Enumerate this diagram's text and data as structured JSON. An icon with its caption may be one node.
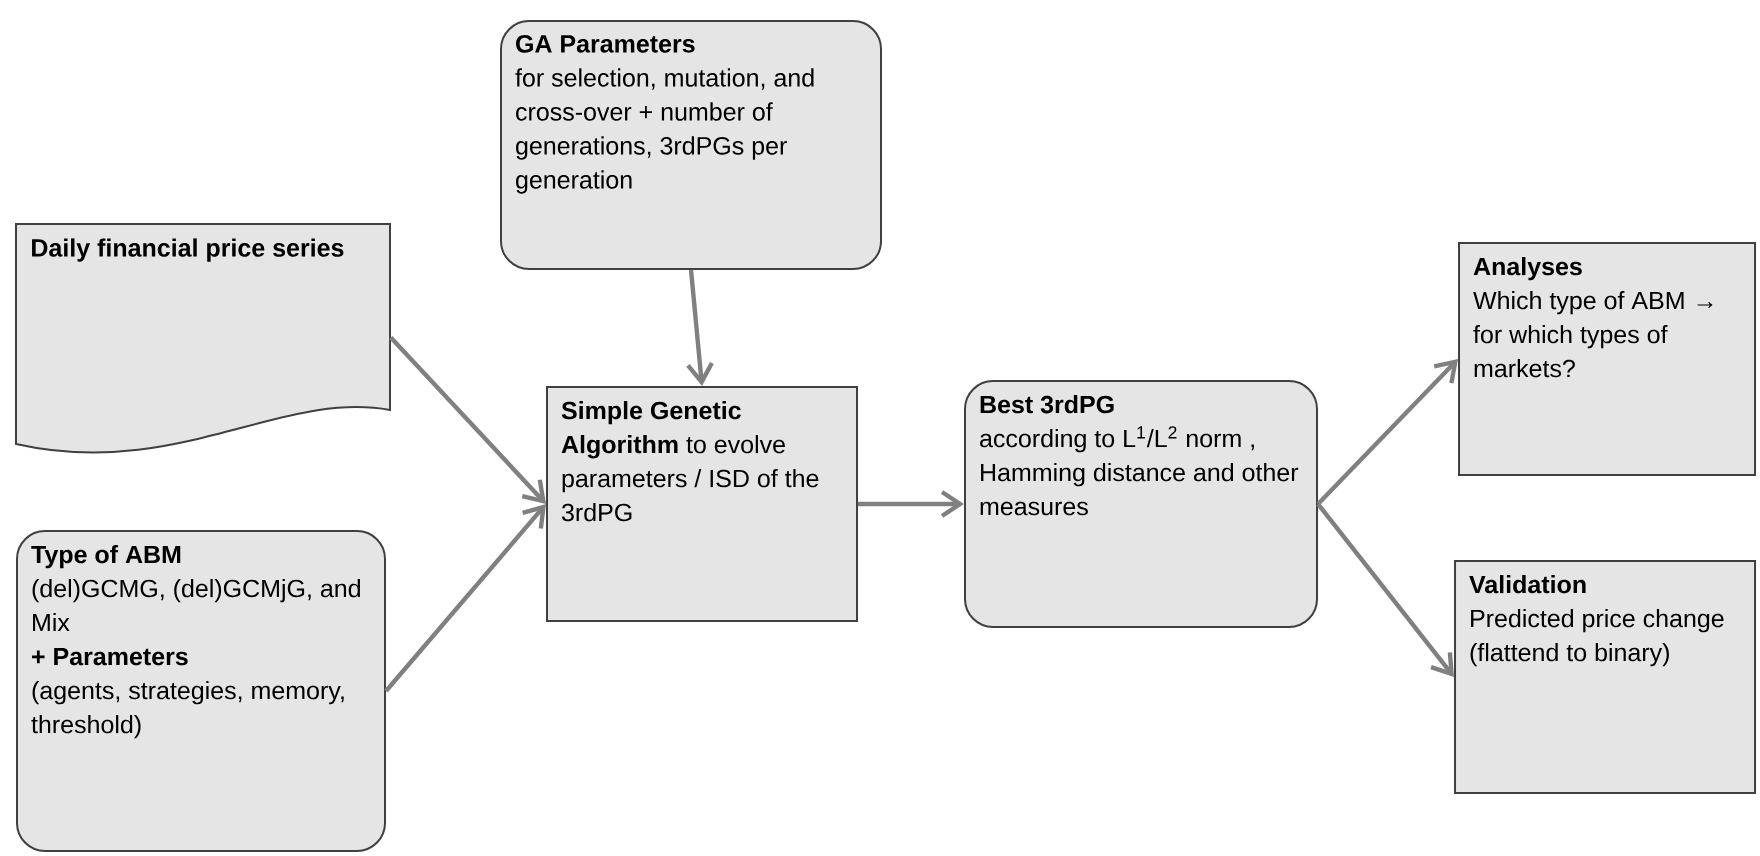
{
  "diagram": {
    "nodes": [
      {
        "text": [
          "Daily financial price series"
        ]
      },
      {
        "text": [
          "GA Parameters",
          "for selection, mutation, and cross-over + number of generations, 3rdPGs per generation"
        ]
      },
      {
        "text": [
          "**Simple Genetic Algorithm** to evolve parameters / ISD of the 3rdPG"
        ]
      },
      {
        "text": [
          "Type of ABM",
          "(del)GCMG, (del)GCMjG, and Mix",
          "+ Parameters",
          "(agents, strategies, memory, threshold)"
        ]
      },
      {
        "text": [
          "Best 3rdPG",
          "according to L$^{1}$/L$^{2}$ norm , Hamming distance and other measures"
        ]
      },
      {
        "text": [
          "Analyses",
          "Which type of ABM → for which types of markets?"
        ]
      },
      {
        "text": [
          "Validation",
          "Predicted price change (flattend to binary)"
        ]
      }
    ],
    "edges": [
      {
        "from": 0,
        "to": 2,
        "arrow": "to"
      },
      {
        "from": 3,
        "to": 2,
        "arrow": "to"
      },
      {
        "from": 1,
        "to": 2,
        "arrow": "to"
      },
      {
        "from": 2,
        "to": 4,
        "arrow": "to"
      },
      {
        "from": 4,
        "to": 5,
        "arrow": "to"
      },
      {
        "from": 4,
        "to": 6,
        "arrow": "to"
      }
    ]
  }
}
